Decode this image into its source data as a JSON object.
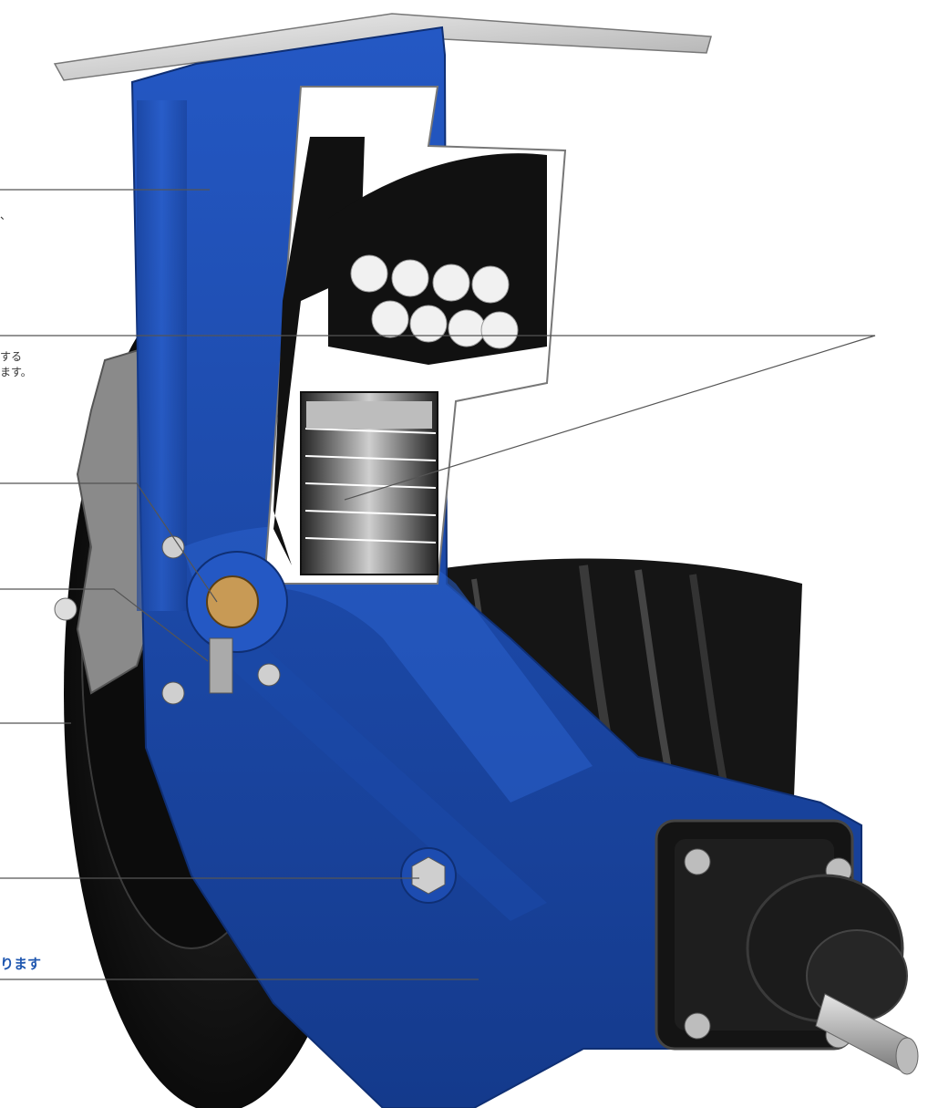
{
  "callouts": {
    "c1": {
      "text": "、"
    },
    "c2": {
      "line1": "する",
      "line2": "ます。"
    },
    "c7": {
      "text": "ります"
    }
  },
  "colors": {
    "frame_blue": "#1f4fb5",
    "frame_dark": "#173f95",
    "wheel_black": "#111111",
    "plate_silver": "#d9d9d9",
    "callout_line": "#555555",
    "callout_blue_text": "#1f57b0"
  },
  "icons": [
    "caster-cutaway-illustration"
  ]
}
